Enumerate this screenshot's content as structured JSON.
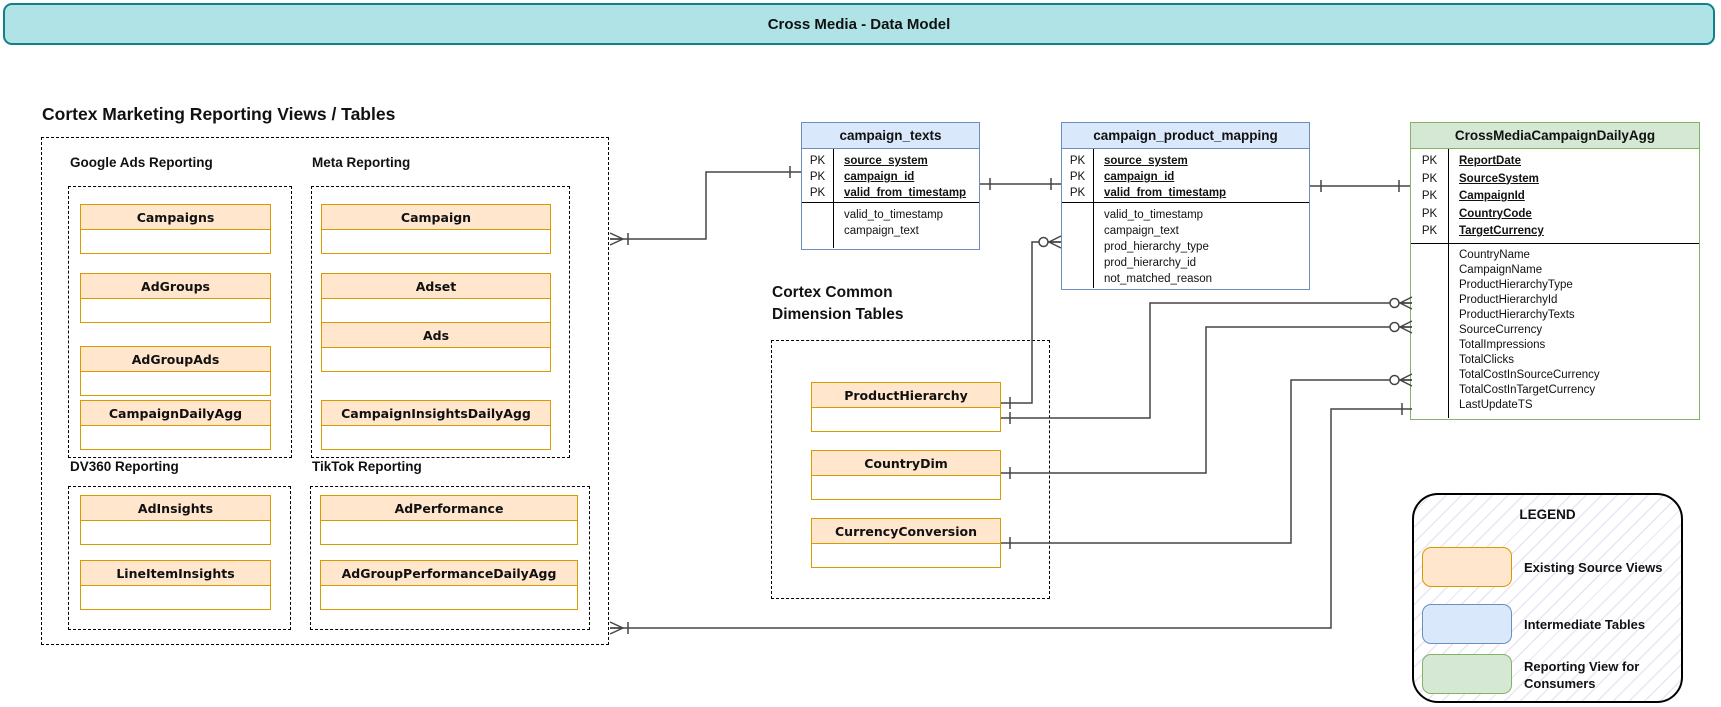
{
  "title_bar": {
    "title": "Cross Media - Data Model"
  },
  "sections": {
    "marketing": {
      "heading": "Cortex Marketing Reporting Views / Tables",
      "groups": [
        {
          "label": "Google Ads Reporting",
          "cards": [
            "Campaigns",
            "AdGroups",
            "AdGroupAds",
            "CampaignDailyAgg"
          ]
        },
        {
          "label": "Meta Reporting",
          "cards": [
            "Campaign",
            "Adset",
            "Ads",
            "CampaignInsightsDailyAgg"
          ]
        },
        {
          "label": "DV360 Reporting",
          "cards": [
            "AdInsights",
            "LineItemInsights"
          ]
        },
        {
          "label": "TikTok Reporting",
          "cards": [
            "AdPerformance",
            "AdGroupPerformanceDailyAgg"
          ]
        }
      ]
    },
    "common_dims": {
      "heading_line1": "Cortex Common",
      "heading_line2": "Dimension Tables",
      "cards": [
        "ProductHierarchy",
        "CountryDim",
        "CurrencyConversion"
      ]
    }
  },
  "tables": {
    "campaign_texts": {
      "title": "campaign_texts",
      "pk_label": "PK",
      "pk_fields": [
        "source_system",
        "campaign_id",
        "valid_from_timestamp"
      ],
      "fields": [
        "valid_to_timestamp",
        "campaign_text"
      ]
    },
    "campaign_product_mapping": {
      "title": "campaign_product_mapping",
      "pk_label": "PK",
      "pk_fields": [
        "source_system",
        "campaign_id",
        "valid_from_timestamp"
      ],
      "fields": [
        "valid_to_timestamp",
        "campaign_text",
        "prod_hierarchy_type",
        "prod_hierarchy_id",
        "not_matched_reason"
      ]
    },
    "cross_media": {
      "title": "CrossMediaCampaignDailyAgg",
      "pk_label": "PK",
      "pk_fields": [
        "ReportDate",
        "SourceSystem",
        "CampaignId",
        "CountryCode",
        "TargetCurrency"
      ],
      "fields": [
        "CountryName",
        "CampaignName",
        "ProductHierarchyType",
        "ProductHierarchyId",
        "ProductHierarchyTexts",
        "SourceCurrency",
        "TotalImpressions",
        "TotalClicks",
        "TotalCostInSourceCurrency",
        "TotalCostInTargetCurrency",
        "LastUpdateTS"
      ]
    }
  },
  "legend": {
    "title": "LEGEND",
    "items": [
      {
        "label": "Existing Source Views",
        "swatch_style": "background:#ffe6cc;border-color:#d79b00;top:52px;"
      },
      {
        "label": "Intermediate Tables",
        "swatch_style": "background:#dae8fc;border-color:#6c8ebf;top:109px;"
      },
      {
        "label": "Reporting View for Consumers",
        "swatch_style": "background:#d5e8d4;border-color:#82b366;top:159px;"
      }
    ]
  },
  "relationships": [
    {
      "from": "Marketing Source Views",
      "to": "campaign_texts",
      "from_cardinality": "many",
      "to_cardinality": "one"
    },
    {
      "from": "campaign_texts",
      "to": "campaign_product_mapping",
      "from_cardinality": "one",
      "to_cardinality": "one"
    },
    {
      "from": "campaign_product_mapping",
      "to": "CrossMediaCampaignDailyAgg",
      "from_cardinality": "one",
      "to_cardinality": "one"
    },
    {
      "from": "ProductHierarchy",
      "to": "campaign_product_mapping",
      "from_cardinality": "one",
      "to_cardinality": "zero-or-many"
    },
    {
      "from": "ProductHierarchy",
      "to": "CrossMediaCampaignDailyAgg",
      "from_cardinality": "one",
      "to_cardinality": "zero-or-many"
    },
    {
      "from": "CountryDim",
      "to": "CrossMediaCampaignDailyAgg",
      "from_cardinality": "one",
      "to_cardinality": "zero-or-many"
    },
    {
      "from": "CurrencyConversion",
      "to": "CrossMediaCampaignDailyAgg",
      "from_cardinality": "one",
      "to_cardinality": "zero-or-many"
    },
    {
      "from": "Marketing Source Views",
      "to": "CrossMediaCampaignDailyAgg",
      "from_cardinality": "many",
      "to_cardinality": "one"
    }
  ],
  "colors": {
    "title_fill": "#b0e3e6",
    "title_border": "#10808a",
    "source_fill": "#ffe6cc",
    "source_border": "#d79b00",
    "intermediate_fill": "#dae8fc",
    "intermediate_border": "#6c8ebf",
    "reporting_fill": "#d5e8d4",
    "reporting_border": "#82b366"
  }
}
